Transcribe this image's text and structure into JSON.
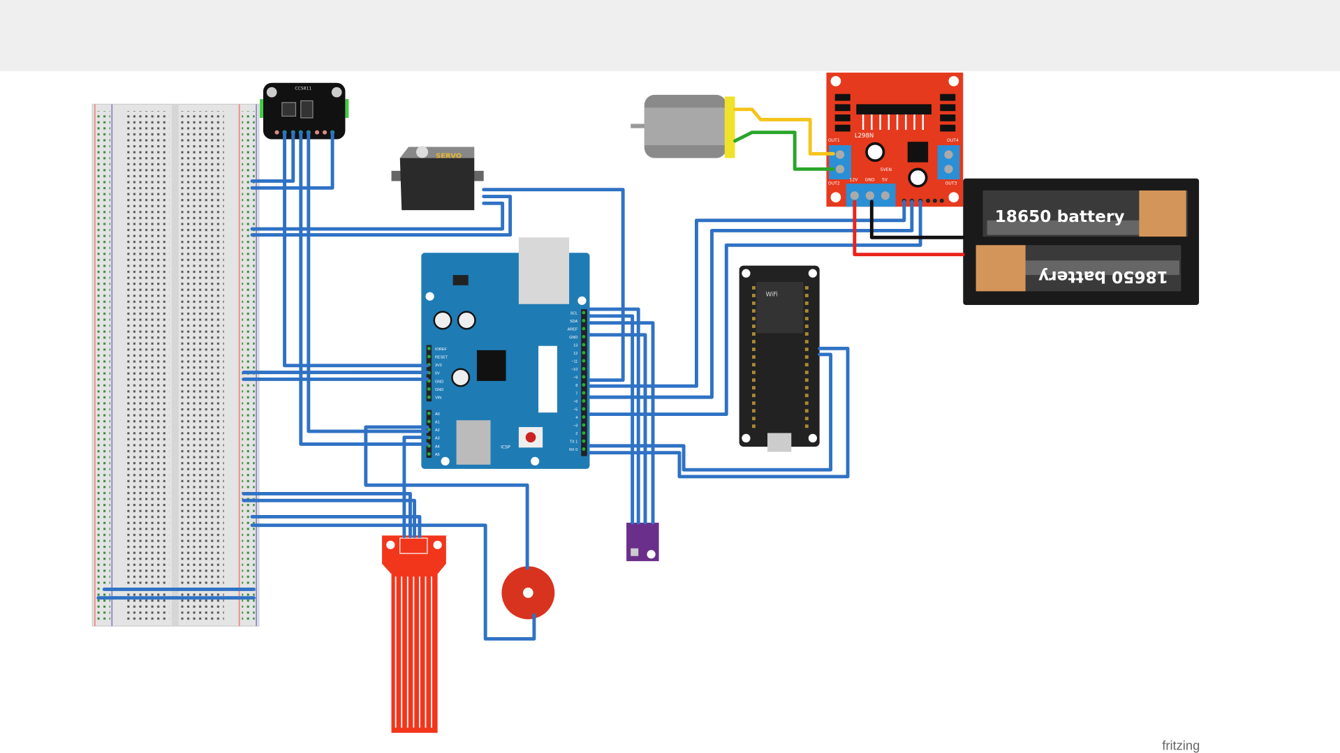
{
  "app": {
    "watermark": "fritzing"
  },
  "colors": {
    "wire_blue": "#2f72c4",
    "wire_red": "#e8231b",
    "wire_black": "#111111",
    "wire_yellow": "#f4c41b",
    "wire_green": "#2aa52a",
    "arduino": "#1f7bb4",
    "l298n": "#e53a1e",
    "esp32": "#222222",
    "bme280": "#6a2f8a",
    "water_sensor": "#f2361c",
    "ccs811": "#111111"
  },
  "components": {
    "ccs811": {
      "label": "CCS811"
    },
    "servo": {
      "label": "SERVO"
    },
    "l298n": {
      "label": "L298N",
      "out1": "OUT1",
      "out2": "OUT2",
      "out3": "OUT3",
      "out4": "OUT4",
      "v12": "12V",
      "gnd": "GND",
      "v5": "5V",
      "en": "5VEN"
    },
    "battery": {
      "top_label": "18650 battery",
      "bottom_label": "18650 battery"
    },
    "arduino": {
      "icsp": "ICSP",
      "left_pins": [
        "IOREF",
        "RESET",
        "3V3",
        "5V",
        "GND",
        "GND",
        "VIN",
        "A0",
        "A1",
        "A2",
        "A3",
        "A4",
        "A5"
      ],
      "right_pins": [
        "SCL",
        "SDA",
        "AREF",
        "GND",
        "13",
        "12",
        "~11",
        "~10",
        "~9",
        "8",
        "7",
        "~6",
        "~5",
        "4",
        "~3",
        "2",
        "TX 1",
        "RX 0"
      ]
    },
    "esp32": {
      "label": "WiFi"
    }
  }
}
